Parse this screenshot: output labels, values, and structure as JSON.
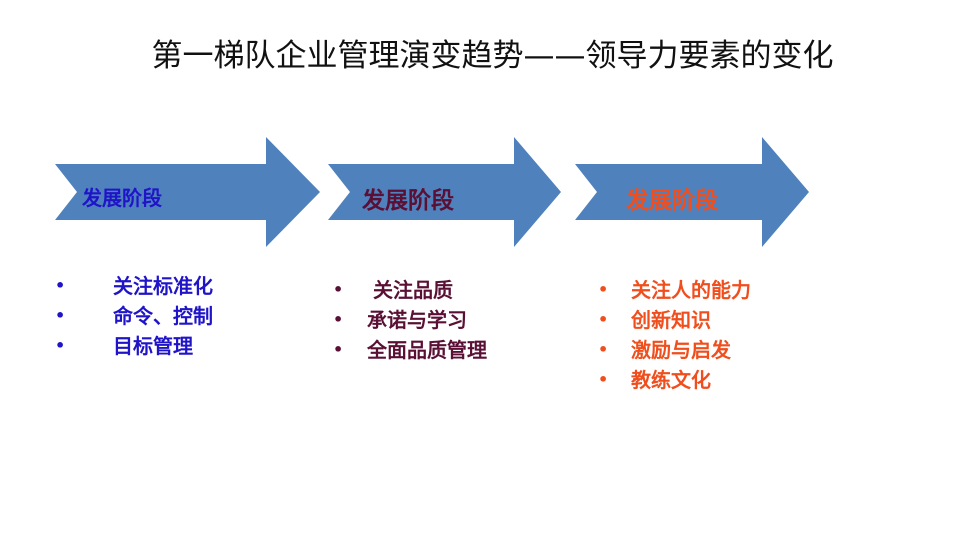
{
  "title": "第一梯队企业管理演变趋势——领导力要素的变化",
  "stages": [
    {
      "label": "发展阶段",
      "color": "#1f14c8",
      "items": [
        "关注标准化",
        "命令、控制",
        "目标管理"
      ]
    },
    {
      "label": "发展阶段",
      "color": "#5a1035",
      "items": [
        "关注品质",
        "承诺与学习",
        "全面品质管理"
      ]
    },
    {
      "label": "发展阶段",
      "color": "#f04e1c",
      "items": [
        "关注人的能力",
        "创新知识",
        "激励与启发",
        "教练文化"
      ]
    }
  ],
  "arrow_color": "#4f81bd"
}
